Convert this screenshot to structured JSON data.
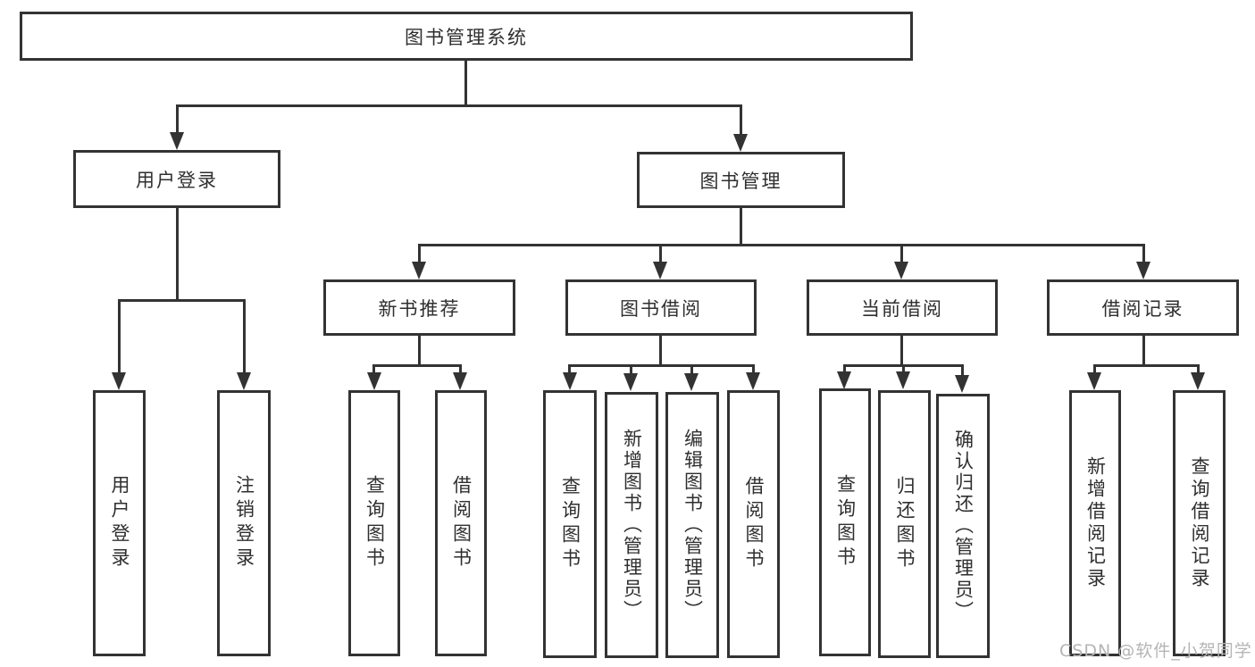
{
  "diagram": {
    "type": "hierarchy-tree",
    "watermark": "CSDN @软件_小贺同学",
    "colors": {
      "background": "#ffffff",
      "border": "#333333",
      "connector": "#333333",
      "text": "#2f2f2f",
      "watermark": "#b5b5b5"
    },
    "nodes": {
      "root": {
        "label": "图书管理系统"
      },
      "user_login": {
        "label": "用户登录"
      },
      "book_mgmt": {
        "label": "图书管理"
      },
      "new_book_rec": {
        "label": "新书推荐"
      },
      "book_borrow": {
        "label": "图书借阅"
      },
      "current_borrow": {
        "label": "当前借阅"
      },
      "borrow_records": {
        "label": "借阅记录"
      },
      "ul_login": {
        "label": "用户登录"
      },
      "ul_logout": {
        "label": "注销登录"
      },
      "nbr_query": {
        "label": "查询图书"
      },
      "nbr_borrow": {
        "label": "借阅图书"
      },
      "bb_query": {
        "label": "查询图书"
      },
      "bb_add": {
        "label": "新增图书（管理员）"
      },
      "bb_edit": {
        "label": "编辑图书（管理员）"
      },
      "bb_borrow": {
        "label": "借阅图书"
      },
      "cb_query": {
        "label": "查询图书"
      },
      "cb_return": {
        "label": "归还图书"
      },
      "cb_confirm": {
        "label": "确认归还（管理员）"
      },
      "br_add": {
        "label": "新增借阅记录"
      },
      "br_query": {
        "label": "查询借阅记录"
      }
    },
    "structure": {
      "root": "图书管理系统",
      "children": [
        {
          "label": "用户登录",
          "children": [
            "用户登录",
            "注销登录"
          ]
        },
        {
          "label": "图书管理",
          "children": [
            {
              "label": "新书推荐",
              "children": [
                "查询图书",
                "借阅图书"
              ]
            },
            {
              "label": "图书借阅",
              "children": [
                "查询图书",
                "新增图书（管理员）",
                "编辑图书（管理员）",
                "借阅图书"
              ]
            },
            {
              "label": "当前借阅",
              "children": [
                "查询图书",
                "归还图书",
                "确认归还（管理员）"
              ]
            },
            {
              "label": "借阅记录",
              "children": [
                "新增借阅记录",
                "查询借阅记录"
              ]
            }
          ]
        }
      ]
    }
  }
}
